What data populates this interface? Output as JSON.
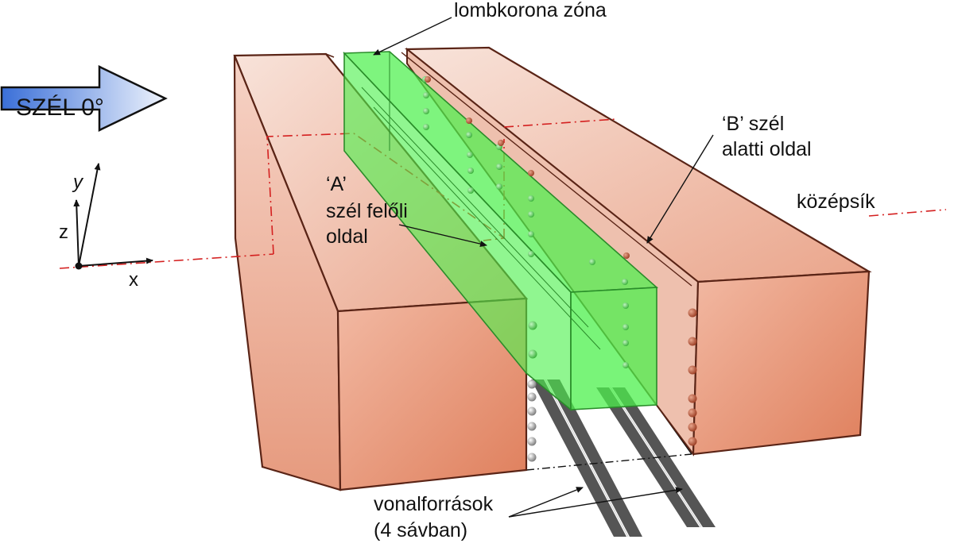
{
  "wind_arrow": {
    "label": "SZÉL 0°",
    "fill_from": "#3a6fd8",
    "fill_to": "#eef3fc"
  },
  "axes": {
    "x_label": "x",
    "y_label": "y",
    "z_label": "z"
  },
  "labels": {
    "canopy_zone": "lombkorona zóna",
    "side_b_line1": "‘B’ szél",
    "side_b_line2": "alatti oldal",
    "midplane": "középsík",
    "side_a_line1": "‘A’",
    "side_a_line2": "szél felőli",
    "side_a_line3": "oldal",
    "line_sources_line1": "vonalforrások",
    "line_sources_line2": "(4 sávban)"
  },
  "colors": {
    "building_light": "#f6dcd2",
    "building_dark": "#df7f5c",
    "building_edge": "#5a2416",
    "canopy": "#4cf04c",
    "canopy_edge": "#2a8c2a",
    "midplane_line": "#d42020",
    "road": "#555555"
  }
}
